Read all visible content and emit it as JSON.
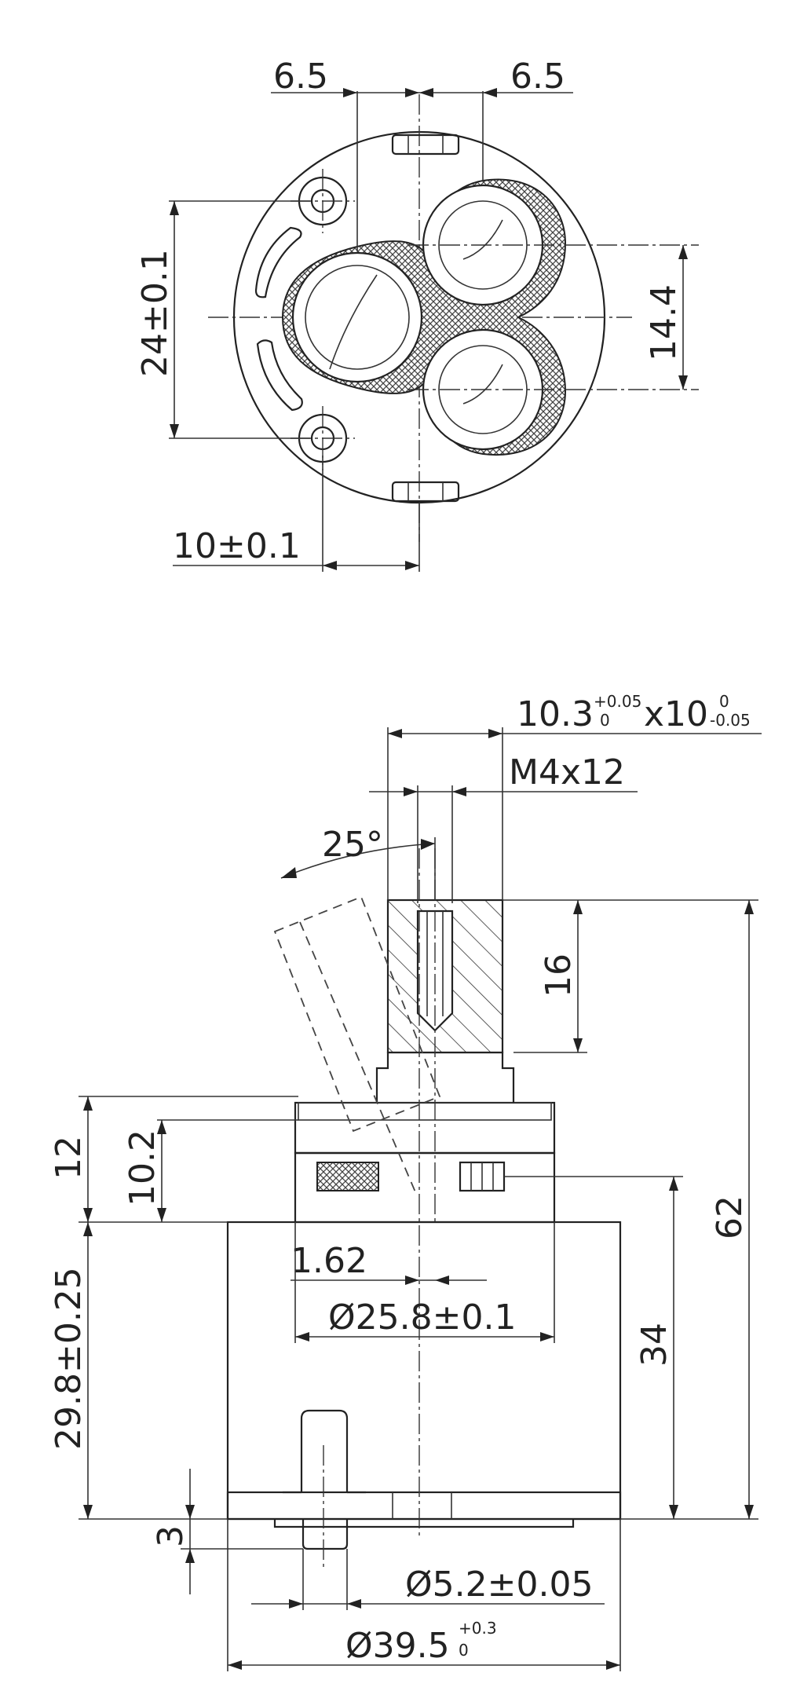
{
  "top_view": {
    "dim_left_spacing": "6.5",
    "dim_right_spacing": "6.5",
    "dim_bolt_spacing": "24±0.1",
    "dim_port_spacing": "14.4",
    "dim_bolt_offset": "10±0.1"
  },
  "side_view": {
    "dim_stem_size": "10.3",
    "dim_stem_size_tol_upper": "+0.05",
    "dim_stem_size_tol_lower": "0",
    "dim_stem_size_x": "x10",
    "dim_stem_size2_tol_upper": "0",
    "dim_stem_size2_tol_lower": "-0.05",
    "dim_thread": "M4x12",
    "dim_angle": "25°",
    "dim_stem_height": "16",
    "dim_total_height": "62",
    "dim_cap_height": "12",
    "dim_cap_inner": "10.2",
    "dim_offset": "1.62",
    "dim_cap_diameter": "Ø25.8±0.1",
    "dim_body_height": "29.8±0.25",
    "dim_base_height": "34",
    "dim_pin_height": "3",
    "dim_pin_diameter": "Ø5.2±0.05",
    "dim_body_diameter": "Ø39.5",
    "dim_body_diameter_tol_upper": "+0.3",
    "dim_body_diameter_tol_lower": "0"
  }
}
